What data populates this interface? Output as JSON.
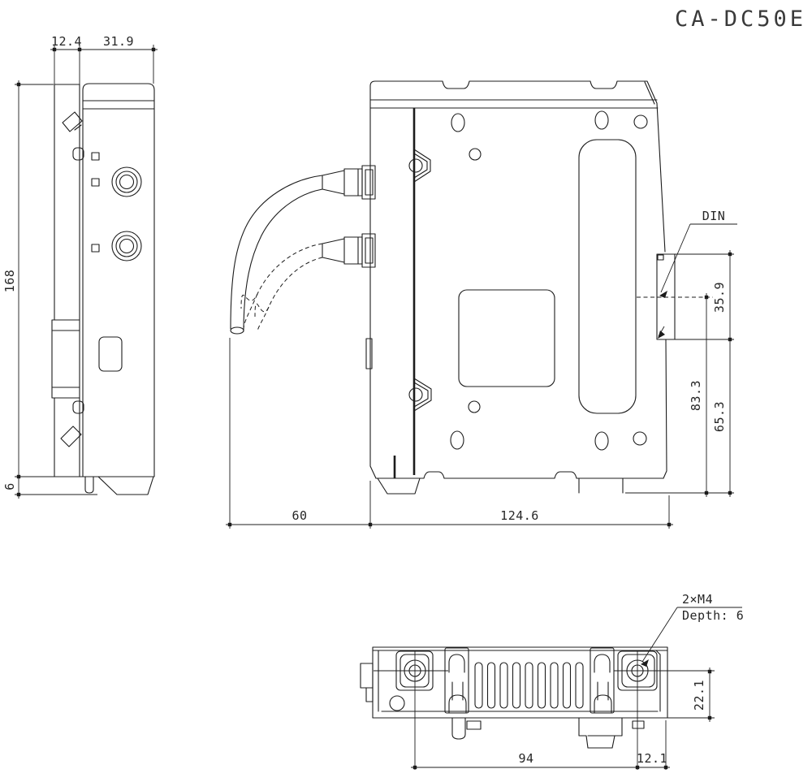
{
  "title": "CA-DC50E",
  "side_view": {
    "dims": {
      "rear_width": "12.4",
      "front_width": "31.9",
      "height": "168",
      "foot_height": "6"
    }
  },
  "front_view": {
    "dims": {
      "cable_clearance": "60",
      "body_width": "124.6",
      "din_rail_width": "35.9",
      "din_center_to_bottom": "83.3",
      "din_edge_to_bottom": "65.3"
    },
    "labels": {
      "din_rail": "DIN"
    }
  },
  "bottom_view": {
    "dims": {
      "screw_spacing": "94",
      "screw_to_edge": "12.1",
      "screw_to_back": "22.1"
    },
    "labels": {
      "screw_spec": "2×M4",
      "screw_depth": "Depth: 6"
    }
  }
}
